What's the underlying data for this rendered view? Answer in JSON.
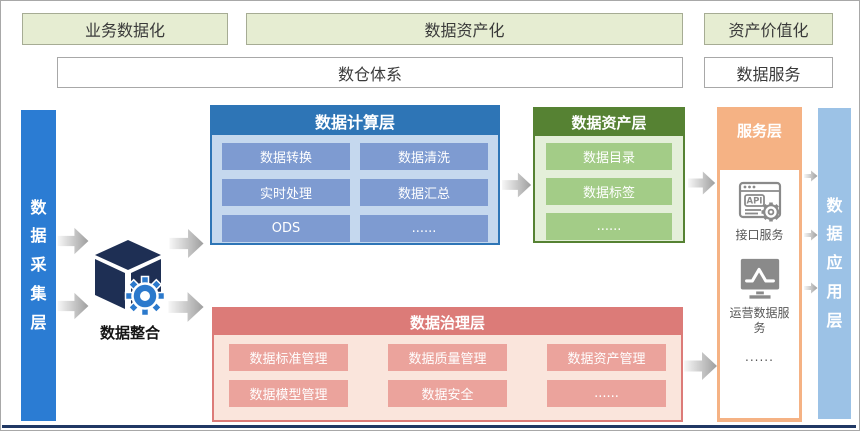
{
  "title_row": {
    "business": "业务数据化",
    "data_asset": "数据资产化",
    "asset_value": "资产价值化"
  },
  "system_row": {
    "warehouse": "数仓体系",
    "data_service": "数据服务"
  },
  "collection_bar": {
    "label": "数据采集层"
  },
  "integration": {
    "label": "数据整合",
    "icon": "cube-gear-icon"
  },
  "compute_layer": {
    "title": "数据计算层",
    "cells": [
      "数据转换",
      "数据清洗",
      "实时处理",
      "数据汇总",
      "ODS",
      "......"
    ]
  },
  "asset_layer": {
    "title": "数据资产层",
    "cells": [
      "数据目录",
      "数据标签",
      "......"
    ]
  },
  "service_layer": {
    "title": "服务层",
    "items": [
      {
        "icon": "api-browser-icon",
        "icon_text": "API",
        "label": "接口服务"
      },
      {
        "icon": "line-chart-monitor-icon",
        "label": "运营数据服务"
      }
    ],
    "ellipsis": "......"
  },
  "governance_layer": {
    "title": "数据治理层",
    "cells": [
      "数据标准管理",
      "数据质量管理",
      "数据资产管理",
      "数据模型管理",
      "数据安全",
      "......"
    ]
  },
  "application_bar": {
    "label": "数据应用层"
  },
  "colors": {
    "stage_box_bg": "#E6EDD2",
    "collection_bar": "#2B7CD3",
    "compute_accent": "#2E75B6",
    "compute_bg": "#C5D8EE",
    "compute_cell": "#7E9BD1",
    "asset_accent": "#568233",
    "asset_bg": "#E4EFD9",
    "asset_cell": "#A3CC87",
    "service_bg": "#F5B284",
    "governance_accent": "#DC7B78",
    "governance_bg": "#FAE5DC",
    "governance_cell": "#EBA39C",
    "application_bar": "#9CC2E6",
    "cube_navy": "#1E2F54",
    "gear_blue": "#2B79CC",
    "bottom_rule": "#203864"
  }
}
